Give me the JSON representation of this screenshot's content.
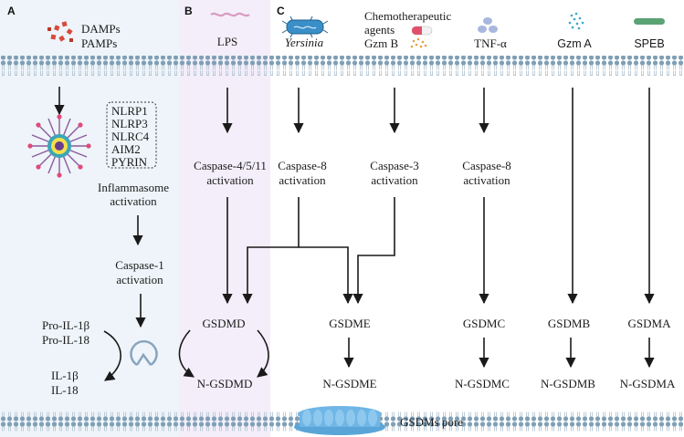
{
  "panels": {
    "a": "A",
    "b": "B",
    "c": "C"
  },
  "panel_a": {
    "stimuli": [
      "DAMPs",
      "PAMPs"
    ],
    "sensors": [
      "NLRP1",
      "NLRP3",
      "NLRC4",
      "AIM2",
      "PYRIN"
    ],
    "inflammasome": [
      "Inflammasome",
      "activation"
    ],
    "caspase1": [
      "Caspase-1",
      "activation"
    ],
    "pro_cytokines": [
      "Pro-IL-1β",
      "Pro-IL-18"
    ],
    "mature_cytokines": [
      "IL-1β",
      "IL-18"
    ]
  },
  "panel_b": {
    "stimulus": "LPS",
    "caspase": [
      "Caspase-4/5/11",
      "activation"
    ],
    "gsdm": "GSDMD",
    "n_gsdm": "N-GSDMD"
  },
  "panel_c": {
    "yersinia": "Yersinia",
    "chemo": [
      "Chemotherapeutic",
      "agents",
      "Gzm B"
    ],
    "tnf": "TNF-α",
    "gzma": "Gzm A",
    "speb": "SPEB",
    "caspase8_yersinia": [
      "Caspase-8",
      "activation"
    ],
    "caspase3": [
      "Caspase-3",
      "activation"
    ],
    "caspase8_tnf": [
      "Caspase-8",
      "activation"
    ],
    "gsdme": "GSDME",
    "gsdmc": "GSDMC",
    "gsdmb": "GSDMB",
    "gsdma": "GSDMA",
    "n_gsdme": "N-GSDME",
    "n_gsdmc": "N-GSDMC",
    "n_gsdmb": "N-GSDMB",
    "n_gsdma": "N-GSDMA"
  },
  "pore_label": "GSDMs pore",
  "colors": {
    "panel_a_bg": "#eef4f9",
    "panel_b_bg": "#f3eefa",
    "membrane_head": "#7f9fb5",
    "membrane_tail": "#b9c9d6",
    "pore": "#6fb6e6",
    "damp_red": "#d94a3a",
    "pill_red": "#e0506a",
    "dot_orange": "#e6a040",
    "dot_blue": "#a8b7de",
    "dot_teal": "#3aa6c9",
    "rod_green": "#5aa374",
    "arrow": "#1a1a1a"
  },
  "icons": [
    "damps-pamps-icon",
    "lps-icon",
    "yersinia-bacterium-icon",
    "chemotherapy-pill-icon",
    "granzyme-b-icon",
    "tnf-alpha-icon",
    "granzyme-a-icon",
    "speb-icon",
    "inflammasome-icon",
    "cell-death-icon",
    "gasdermin-pore-icon"
  ]
}
